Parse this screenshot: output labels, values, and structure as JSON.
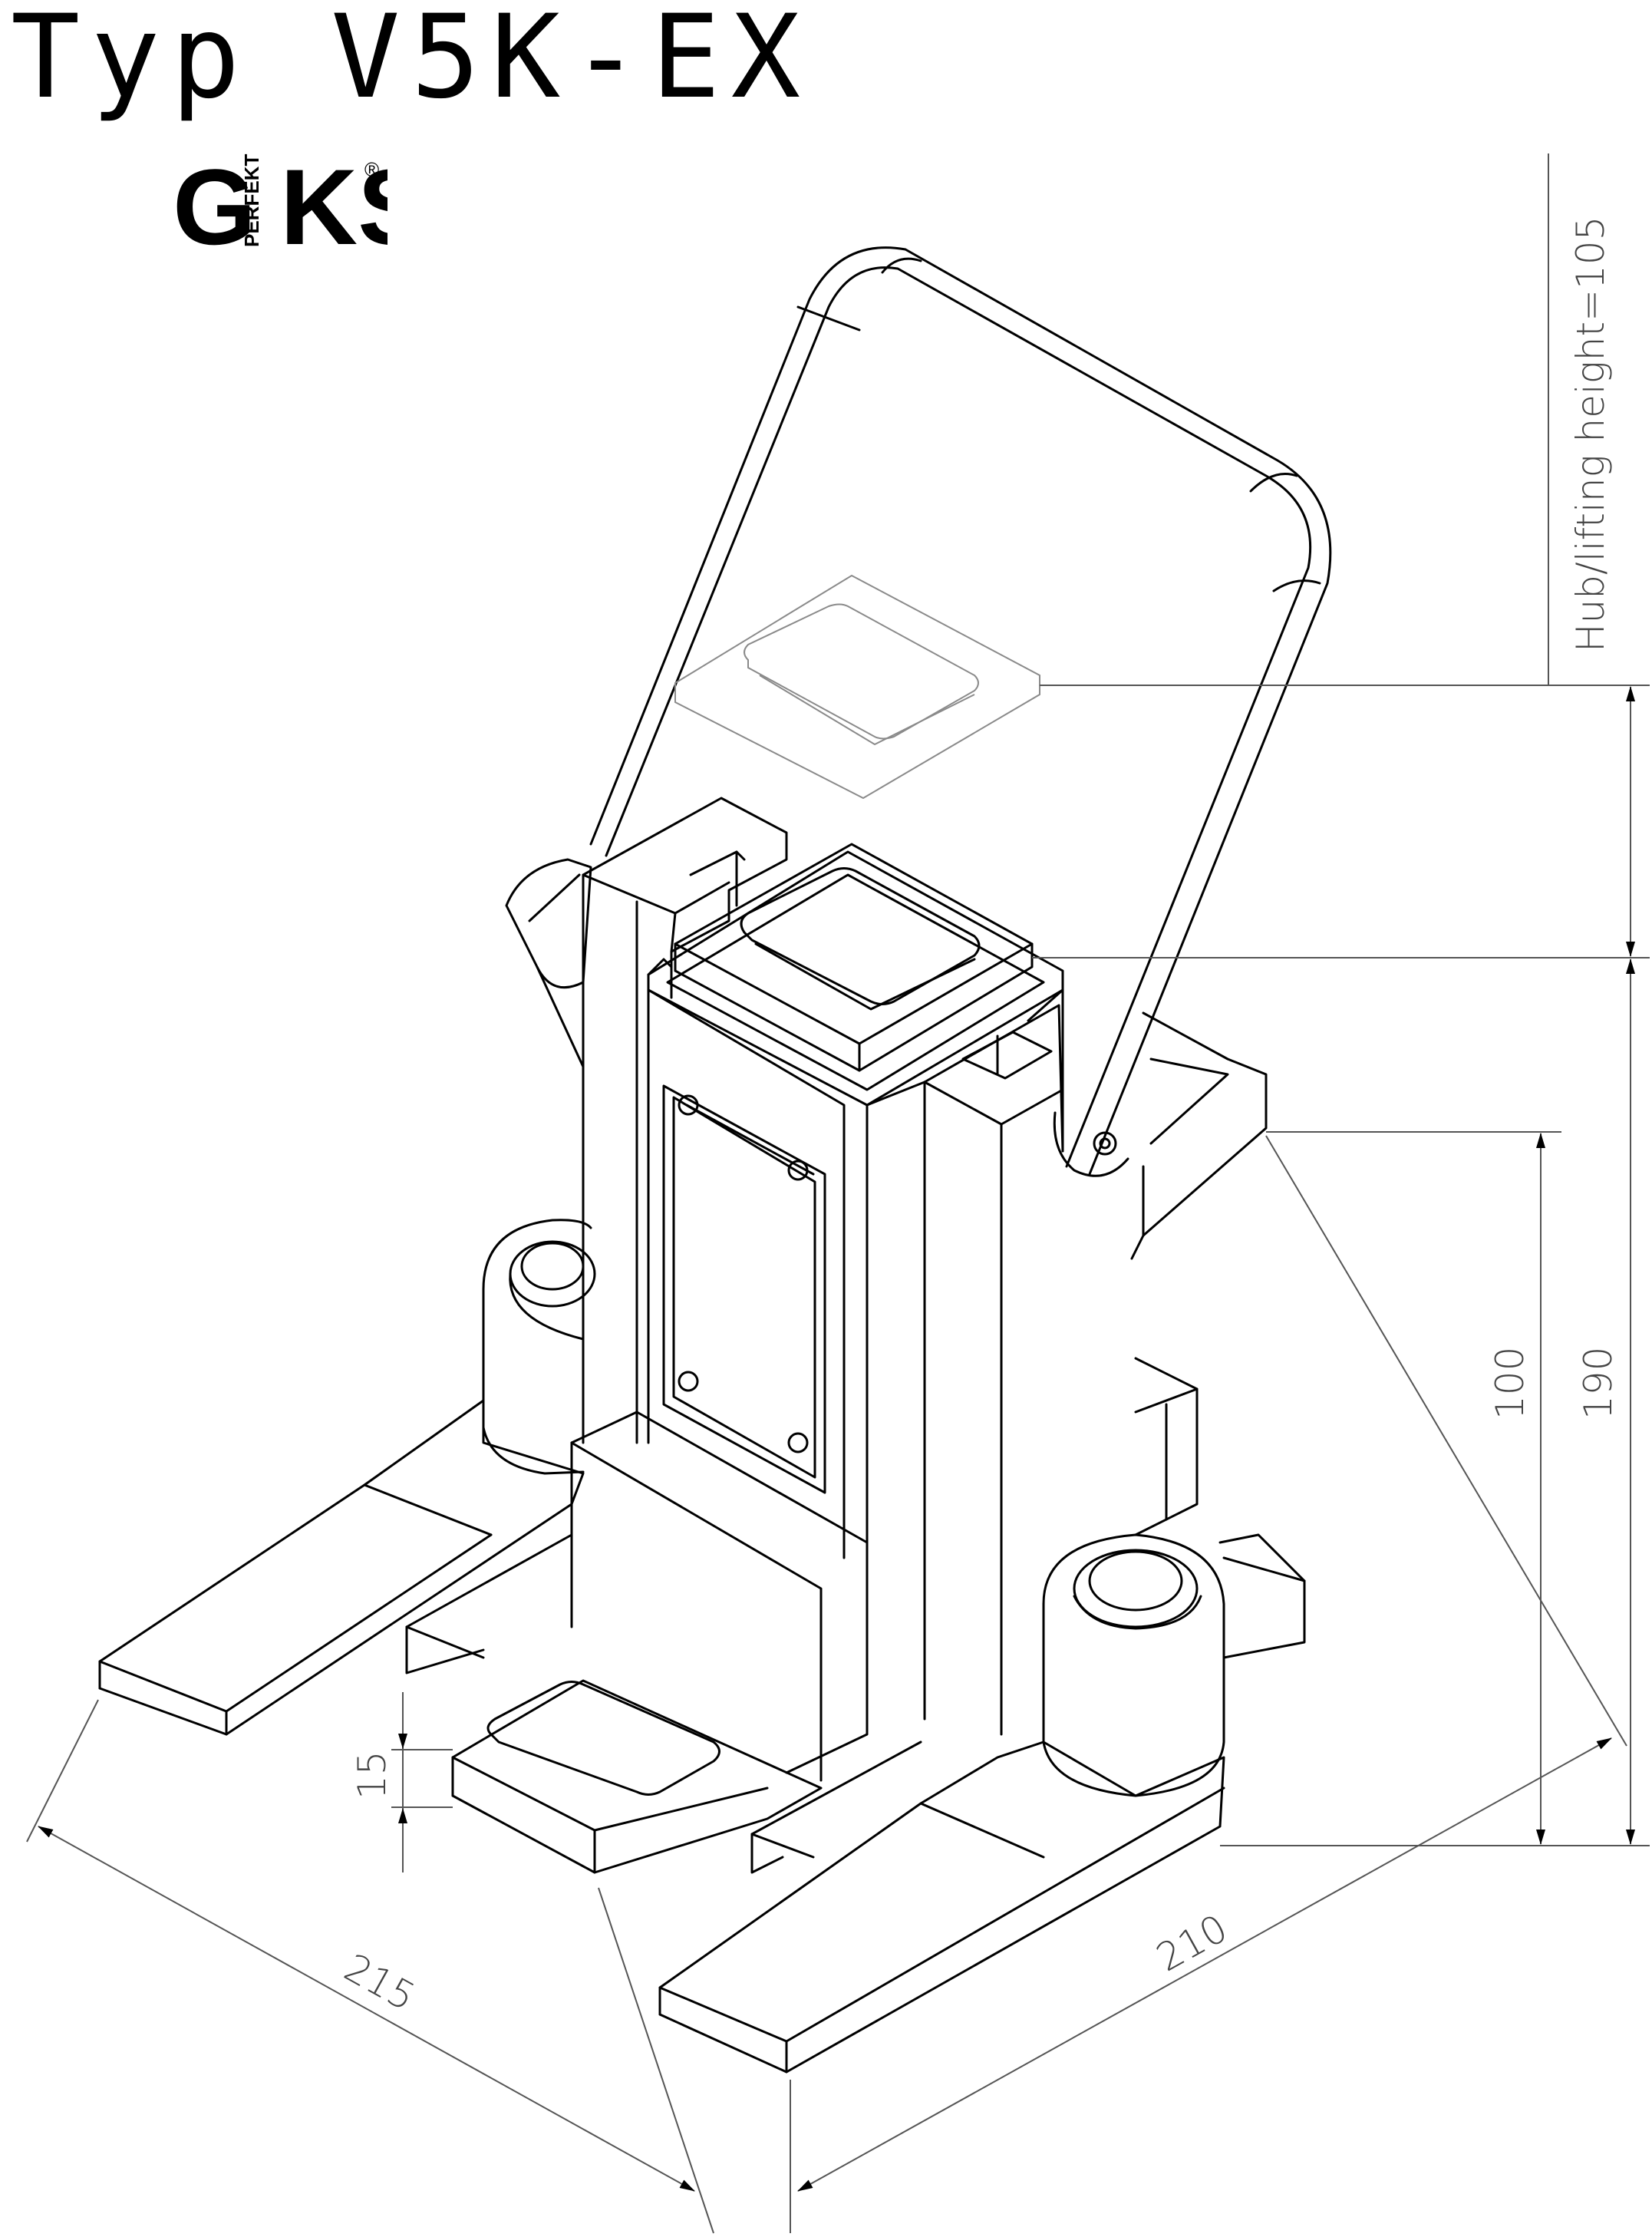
{
  "title": "Typ  V5K-EX",
  "logo": {
    "letters_left": "G",
    "letters_small": "PERFEKT",
    "letters_right": "KS",
    "registered": "®"
  },
  "dimensions": {
    "lifting_height": "Hub/lifting height=105",
    "h100": "100",
    "h190": "190",
    "h15": "15",
    "w215": "215",
    "w210": "210"
  },
  "colors": {
    "line": "#000000",
    "dimension": "#555555",
    "ghost": "#8a8a8a",
    "background": "#ffffff"
  }
}
